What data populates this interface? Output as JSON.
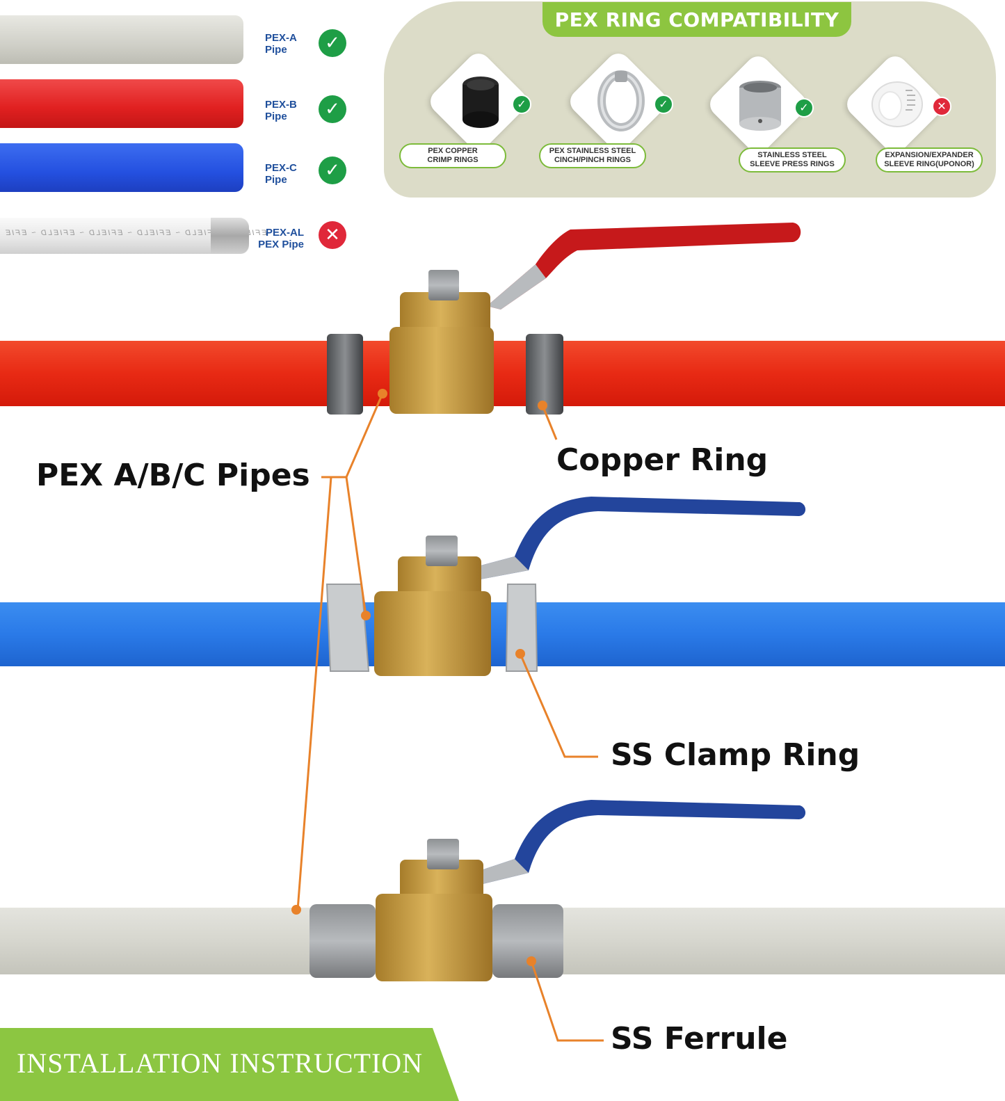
{
  "pipe_legend": [
    {
      "label_line1": "PEX-A",
      "label_line2": "Pipe",
      "compatible": true,
      "color": "#d6d6ce"
    },
    {
      "label_line1": "PEX-B",
      "label_line2": "Pipe",
      "compatible": true,
      "color": "#e32222"
    },
    {
      "label_line1": "PEX-C",
      "label_line2": "Pipe",
      "compatible": true,
      "color": "#2850e2"
    },
    {
      "label_line1": "PEX-AL",
      "label_line2": "PEX  Pipe",
      "compatible": false,
      "color": "#eeeeee",
      "print": "EFIELD  ~  EFIELD  ~  EFIELD  ~  EFIELD  ~  EFIELD  ~  EFIE"
    }
  ],
  "icons": {
    "check": "✓",
    "cross": "✕"
  },
  "compatibility": {
    "title": "PEX RING COMPATIBILITY",
    "items": [
      {
        "line1": "PEX COPPER",
        "line2": "CRIMP RINGS",
        "compatible": true,
        "icon": "copper-crimp-ring-icon"
      },
      {
        "line1": "PEX STAINLESS STEEL",
        "line2": "CINCH/PINCH RINGS",
        "compatible": true,
        "icon": "cinch-ring-icon"
      },
      {
        "line1": "STAINLESS STEEL",
        "line2": "SLEEVE PRESS RINGS",
        "compatible": true,
        "icon": "sleeve-press-ring-icon"
      },
      {
        "line1": "EXPANSION/EXPANDER",
        "line2": "SLEEVE RING(UPONOR)",
        "compatible": false,
        "icon": "expansion-sleeve-ring-icon"
      }
    ]
  },
  "callouts": {
    "pipes": "PEX A/B/C Pipes",
    "copper_ring": "Copper Ring",
    "ss_clamp_ring": "SS Clamp Ring",
    "ss_ferrule": "SS Ferrule"
  },
  "banner": {
    "text": "INSTALLATION  INSTRUCTION"
  },
  "colors": {
    "accent_green": "#8cc641",
    "check_green": "#1e9e46",
    "cross_red": "#e0283a",
    "label_blue": "#1f4f9c",
    "leader_orange": "#e8822a",
    "brass": "#c49a3a"
  }
}
